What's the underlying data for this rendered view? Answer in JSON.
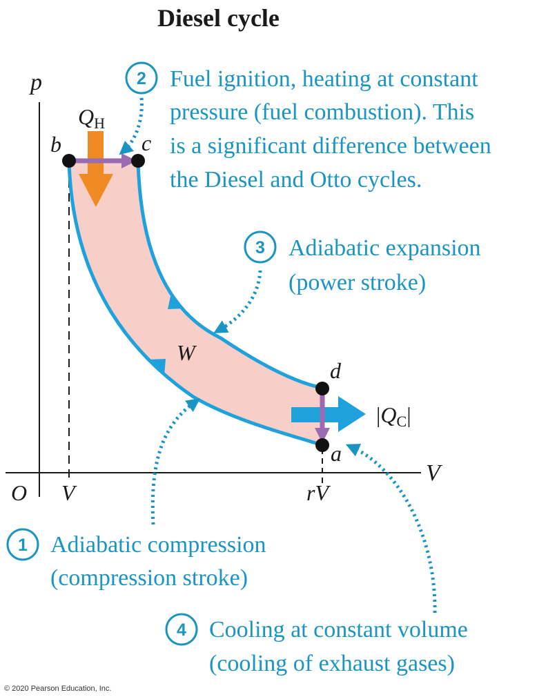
{
  "title": "Diesel cycle",
  "axes": {
    "y_label": "p",
    "x_label": "V",
    "origin_label": "O",
    "tick_v": "V",
    "tick_rv": "rV"
  },
  "points": {
    "a": "a",
    "b": "b",
    "c": "c",
    "d": "d"
  },
  "heat": {
    "qh_symbol": "Q",
    "qh_sub": "H",
    "qc_bar_left": "|",
    "qc_symbol": "Q",
    "qc_sub": "C",
    "qc_bar_right": "|"
  },
  "work_label": "W",
  "steps": [
    {
      "number": "1",
      "line1": "Adiabatic compression",
      "line2": "(compression stroke)",
      "line3": "",
      "line4": ""
    },
    {
      "number": "2",
      "line1": "Fuel ignition, heating at constant",
      "line2": "pressure (fuel combustion). This",
      "line3": "is a significant difference between",
      "line4": "the Diesel and Otto cycles."
    },
    {
      "number": "3",
      "line1": "Adiabatic expansion",
      "line2": "(power stroke)",
      "line3": "",
      "line4": ""
    },
    {
      "number": "4",
      "line1": "Cooling at constant volume",
      "line2": "(cooling of exhaust gases)",
      "line3": "",
      "line4": ""
    }
  ],
  "copyright": "© 2020 Pearson Education, Inc.",
  "colors": {
    "curve": "#1fa2dc",
    "fill": "#f8cfc8",
    "annotation": "#1a94c2",
    "heat_in_arrow": "#f08a24",
    "process_arrow": "#9a6bb0",
    "heat_out_arrow": "#1fa2dc",
    "point": "#111111"
  }
}
